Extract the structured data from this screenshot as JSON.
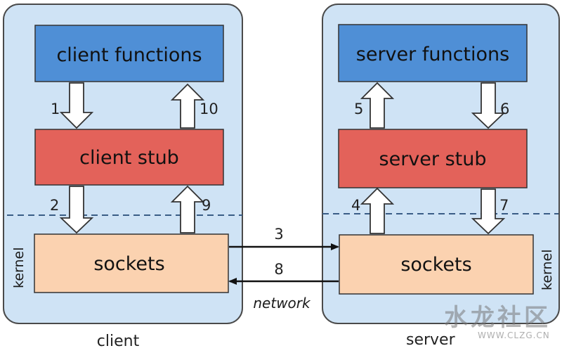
{
  "client_panel": {
    "label": "client",
    "kernel_label": "kernel",
    "functions": "client functions",
    "stub": "client stub",
    "sockets": "sockets"
  },
  "server_panel": {
    "label": "server",
    "kernel_label": "kernel",
    "functions": "server functions",
    "stub": "server stub",
    "sockets": "sockets"
  },
  "network_label": "network",
  "steps": {
    "s1": "1",
    "s2": "2",
    "s3": "3",
    "s4": "4",
    "s5": "5",
    "s6": "6",
    "s7": "7",
    "s8": "8",
    "s9": "9",
    "s10": "10"
  },
  "watermark": {
    "chars": "水龙社区",
    "url": "WWW.CLZG.CN"
  },
  "colors": {
    "panel_fill": "#cfe3f5",
    "panel_stroke": "#4a4a4a",
    "functions_fill": "#4f8fd6",
    "stub_fill": "#e3625a",
    "sockets_fill": "#fbd2b0",
    "dash": "#3a5d86"
  }
}
